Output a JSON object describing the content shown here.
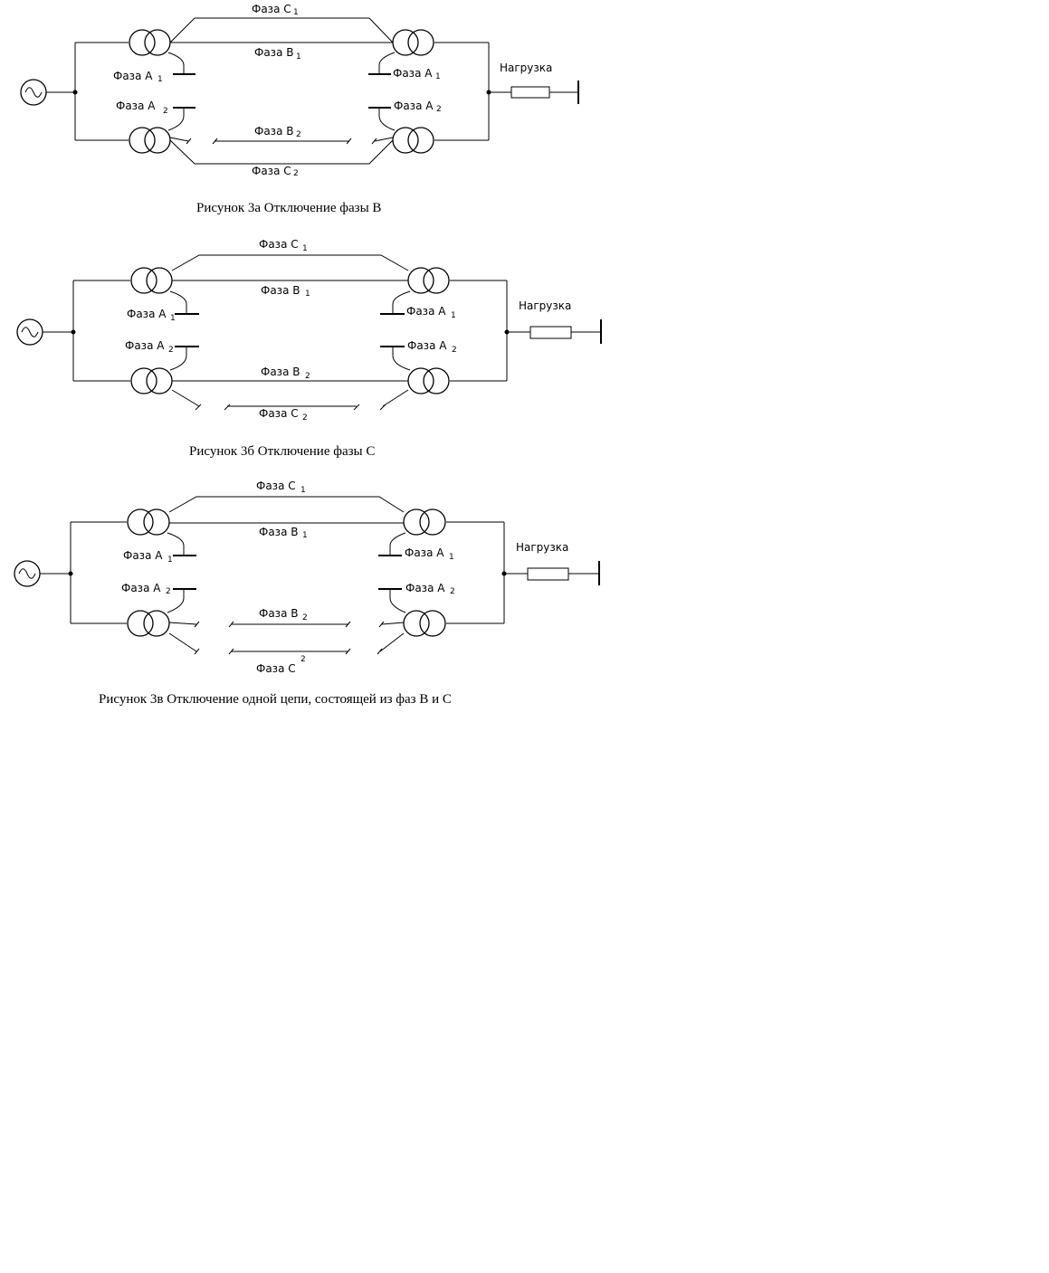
{
  "figures": [
    {
      "phase_c1": "Фаза С",
      "phase_c1_sub": "1",
      "phase_b1": "Фаза В",
      "phase_b1_sub": "1",
      "phase_a1_left": "Фаза А",
      "phase_a1_left_sub": "1",
      "phase_a1_right": "Фаза А",
      "phase_a1_right_sub": "1",
      "phase_a2_left": "Фаза А",
      "phase_a2_left_sub": "2",
      "phase_a2_right": "Фаза А",
      "phase_a2_right_sub": "2",
      "phase_b2": "Фаза В",
      "phase_b2_sub": "2",
      "phase_c2": "Фаза С",
      "phase_c2_sub": "2",
      "load": "Нагрузка",
      "caption": "Рисунок 3а Отключение фазы В"
    },
    {
      "phase_c1": "Фаза С",
      "phase_c1_sub": "1",
      "phase_b1": "Фаза В",
      "phase_b1_sub": "1",
      "phase_a1_left": "Фаза А",
      "phase_a1_left_sub": "1",
      "phase_a1_right": "Фаза А",
      "phase_a1_right_sub": "1",
      "phase_a2_left": "Фаза А",
      "phase_a2_left_sub": "2",
      "phase_a2_right": "Фаза А",
      "phase_a2_right_sub": "2",
      "phase_b2": "Фаза В",
      "phase_b2_sub": "2",
      "phase_c2": "Фаза С",
      "phase_c2_sub": "2",
      "load": "Нагрузка",
      "caption": "Рисунок 3б Отключение фазы С"
    },
    {
      "phase_c1": "Фаза С",
      "phase_c1_sub": "1",
      "phase_b1": "Фаза В",
      "phase_b1_sub": "1",
      "phase_a1_left": "Фаза А",
      "phase_a1_left_sub": "1",
      "phase_a1_right": "Фаза А",
      "phase_a1_right_sub": "1",
      "phase_a2_left": "Фаза А",
      "phase_a2_left_sub": "2",
      "phase_a2_right": "Фаза А",
      "phase_a2_right_sub": "2",
      "phase_b2": "Фаза В",
      "phase_b2_sub": "2",
      "phase_c2": "Фаза С",
      "phase_c2_sub": "2",
      "load": "Нагрузка",
      "caption": "Рисунок 3в Отключение одной цепи, состоящей из фаз В и С"
    }
  ]
}
